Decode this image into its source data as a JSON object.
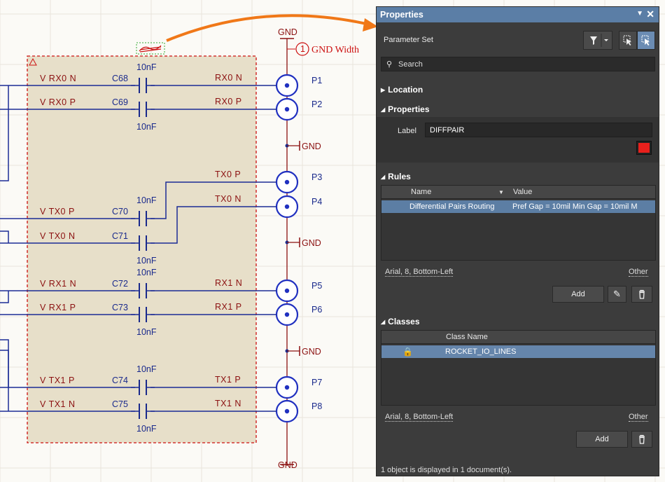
{
  "schematic": {
    "gnd_label": "GND",
    "gnd_width_label": "GND Width",
    "gnd_width_marker": "1",
    "cap_value": "10nF",
    "connectors": [
      "P1",
      "P2",
      "P3",
      "P4",
      "P5",
      "P6",
      "P7",
      "P8"
    ],
    "left_nets": [
      "V_RX0_N",
      "V_RX0_P",
      "V_TX0_P",
      "V_TX0_N",
      "V_RX1_N",
      "V_RX1_P",
      "V_TX1_P",
      "V_TX1_N"
    ],
    "capacitors": [
      "C68",
      "C69",
      "C70",
      "C71",
      "C72",
      "C73",
      "C74",
      "C75"
    ],
    "right_nets": [
      "RX0_N",
      "RX0_P",
      "TX0_P",
      "TX0_N",
      "RX1_N",
      "RX1_P",
      "TX1_P",
      "TX1_N"
    ]
  },
  "panel": {
    "title": "Properties",
    "title_dropdown_icon": "caret-down-icon",
    "close_icon": "close-icon",
    "object_type": "Parameter Set",
    "search_placeholder": "Search",
    "sections": {
      "location": "Location",
      "properties": "Properties",
      "rules": "Rules",
      "classes": "Classes"
    },
    "label_field": {
      "label": "Label",
      "value": "DIFFPAIR"
    },
    "color_swatch": "#e8201c",
    "rules_table": {
      "col_name": "Name",
      "col_value": "Value",
      "row": {
        "name": "Differential Pairs Routing",
        "value": "Pref Gap = 10mil   Min Gap  = 10mil   M"
      }
    },
    "rules_font": "Arial, 8, Bottom-Left",
    "rules_other": "Other",
    "rules_add": "Add",
    "classes_table": {
      "col_name": "Class Name",
      "row": {
        "name": "ROCKET_IO_LINES"
      }
    },
    "classes_font": "Arial, 8, Bottom-Left",
    "classes_other": "Other",
    "classes_add": "Add",
    "status": "1 object is displayed in 1 document(s)."
  }
}
